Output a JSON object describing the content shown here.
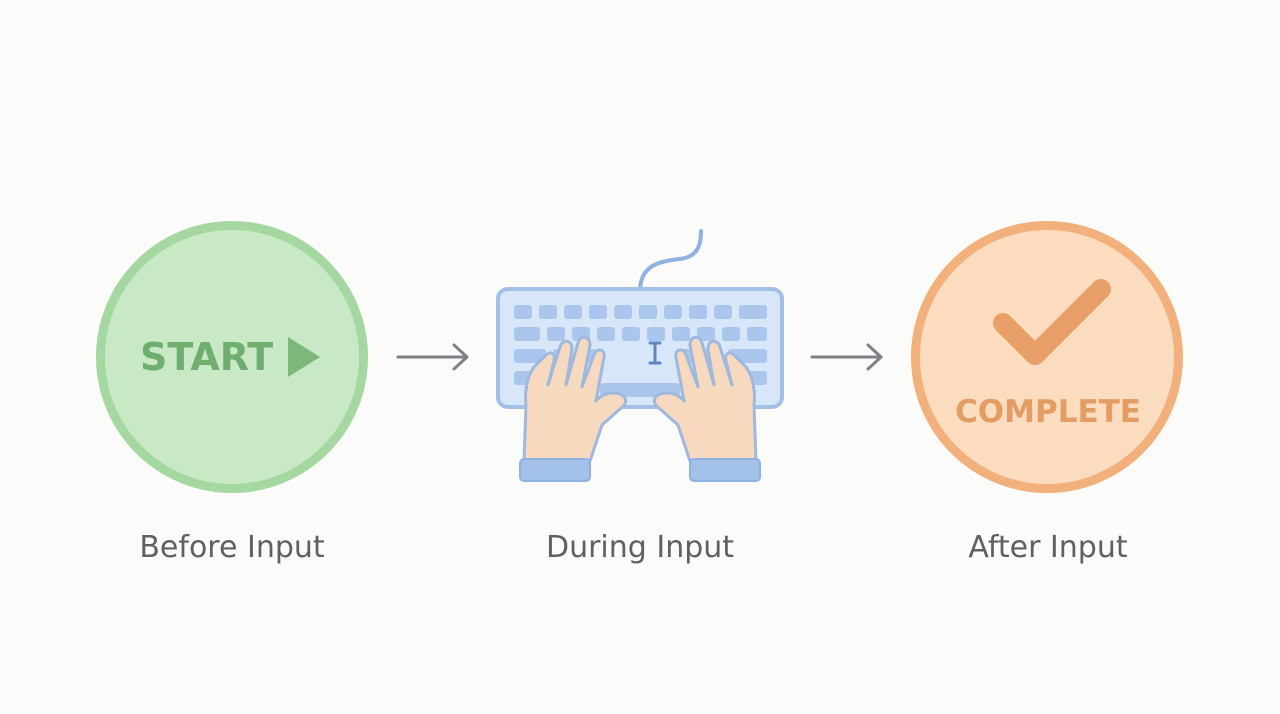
{
  "stages": [
    {
      "label": "Before Input",
      "badge_text": "START",
      "icon": "play-icon",
      "color": "#a5d8a1"
    },
    {
      "label": "During Input",
      "icon": "keyboard-typing-icon",
      "color": "#a9c6ec"
    },
    {
      "label": "After Input",
      "badge_text": "COMPLETE",
      "icon": "checkmark-icon",
      "color": "#f2b17c"
    }
  ],
  "connectors": [
    {
      "icon": "arrow-right-icon",
      "color": "#7d8088"
    },
    {
      "icon": "arrow-right-icon",
      "color": "#7d8088"
    }
  ]
}
